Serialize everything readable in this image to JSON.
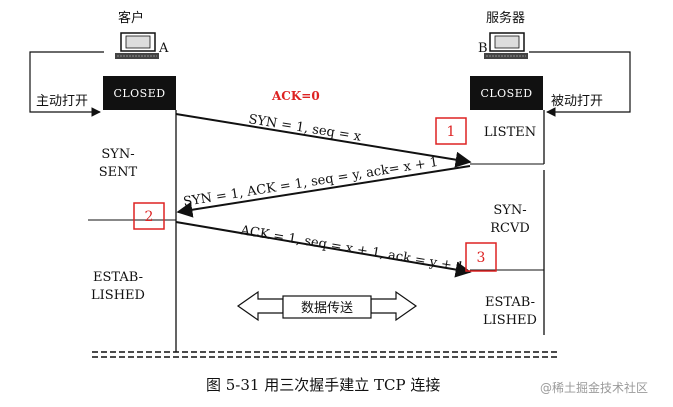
{
  "client": {
    "title": "客户",
    "host_letter": "A",
    "state_closed": "CLOSED",
    "action": "主动打开",
    "state_syn_sent_1": "SYN-",
    "state_syn_sent_2": "SENT",
    "state_estab_1": "ESTAB-",
    "state_estab_2": "LISHED"
  },
  "server": {
    "title": "服务器",
    "host_letter": "B",
    "state_closed": "CLOSED",
    "action": "被动打开",
    "state_listen": "LISTEN",
    "state_syn_rcvd_1": "SYN-",
    "state_syn_rcvd_2": "RCVD",
    "state_estab_1": "ESTAB-",
    "state_estab_2": "LISHED"
  },
  "messages": {
    "ack_zero": "ACK=0",
    "syn": "SYN = 1, seq = x",
    "syn_ack": "SYN = 1, ACK = 1, seq = y, ack= x + 1",
    "ack": "ACK = 1, seq = x + 1, ack = y + 1"
  },
  "steps": {
    "one": "1",
    "two": "2",
    "three": "3"
  },
  "data_transfer": "数据传送",
  "caption": "图 5-31    用三次握手建立 TCP 连接",
  "watermark": "@稀土掘金技术社区",
  "colors": {
    "accent_red": "#d22222",
    "line": "#111111",
    "closed_box": "#111111"
  }
}
